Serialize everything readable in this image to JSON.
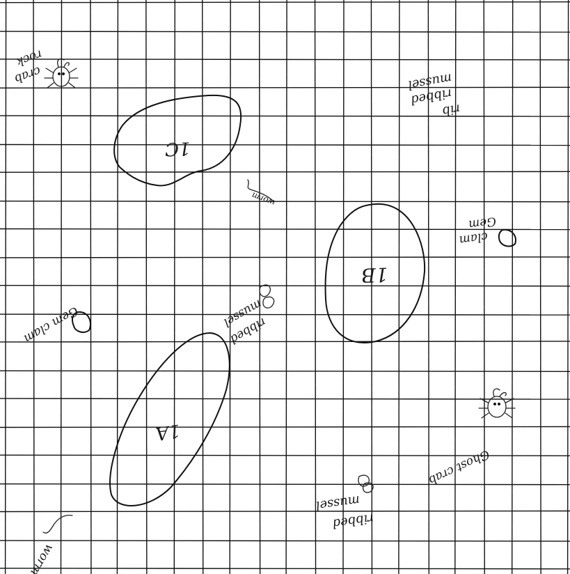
{
  "sheet": {
    "ink_color": "#111111",
    "paper_color": "#ffffff",
    "grid": {
      "columns": 20,
      "rows": 20
    }
  },
  "outlines": [
    {
      "label": "1C"
    },
    {
      "label": "1B"
    },
    {
      "label": "1A"
    }
  ],
  "organisms": [
    {
      "label_lines": [
        "rock",
        "crab"
      ],
      "icon": "crab-icon"
    },
    {
      "label_lines": [
        "rib",
        "ribbed",
        "mussel"
      ],
      "icon": "mussel-icon"
    },
    {
      "label_lines": [
        "worm"
      ],
      "icon": "worm-icon"
    },
    {
      "label_lines": [
        "Gem",
        "clam"
      ],
      "icon": "clam-icon"
    },
    {
      "label_lines": [
        "Gem clam"
      ],
      "icon": "clam-icon"
    },
    {
      "label_lines": [
        "ribbed",
        "mussel"
      ],
      "icon": "mussel-icon"
    },
    {
      "label_lines": [
        "Ghost crab"
      ],
      "icon": "crab-icon"
    },
    {
      "label_lines": [
        "ribbed",
        "mussel"
      ],
      "icon": "mussel-icon"
    },
    {
      "label_lines": [
        "worm"
      ],
      "icon": "worm-icon"
    }
  ]
}
